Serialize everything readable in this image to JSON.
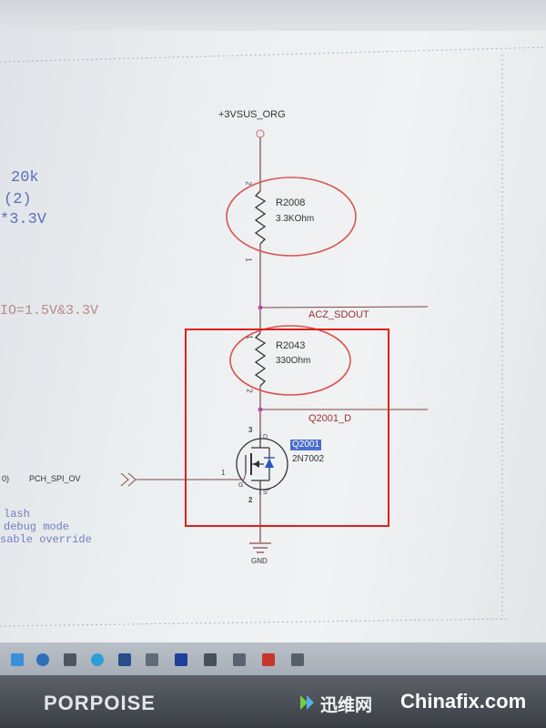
{
  "schematic": {
    "power_net": "+3VSUS_ORG",
    "ground": "GND",
    "resistors": [
      {
        "ref": "R2008",
        "value": "3.3KOhm",
        "pin_top": "2",
        "pin_bottom": "1"
      },
      {
        "ref": "R2043",
        "value": "330Ohm",
        "pin_top": "1",
        "pin_bottom": "2"
      }
    ],
    "nets": {
      "sdout": "ACZ_SDOUT",
      "drain": "Q2001_D",
      "gate_in": "PCH_SPI_OV"
    },
    "mosfet": {
      "ref": "Q2001",
      "part": "2N7002",
      "pin_drain": "3",
      "pin_gate": "1",
      "pin_source": "2",
      "label_d": "D",
      "label_g": "G",
      "label_s": "S"
    },
    "left_notes": {
      "line1": "20k",
      "line2": "(2)",
      "line3": "*3.3V",
      "line4": "IO=1.5V&3.3V",
      "gate_prefix": "0)",
      "note1": "lash",
      "note2": "debug mode",
      "note3": "sable override"
    }
  },
  "monitor": {
    "brand": "PORPOISE"
  },
  "watermark": {
    "cn": "迅维网",
    "en": "Chinafix.com"
  },
  "colors": {
    "wire": "#7a4545",
    "highlight_circle": "#d9534f",
    "highlight_box": "#e0201b",
    "net_text": "#9b2f2f"
  }
}
